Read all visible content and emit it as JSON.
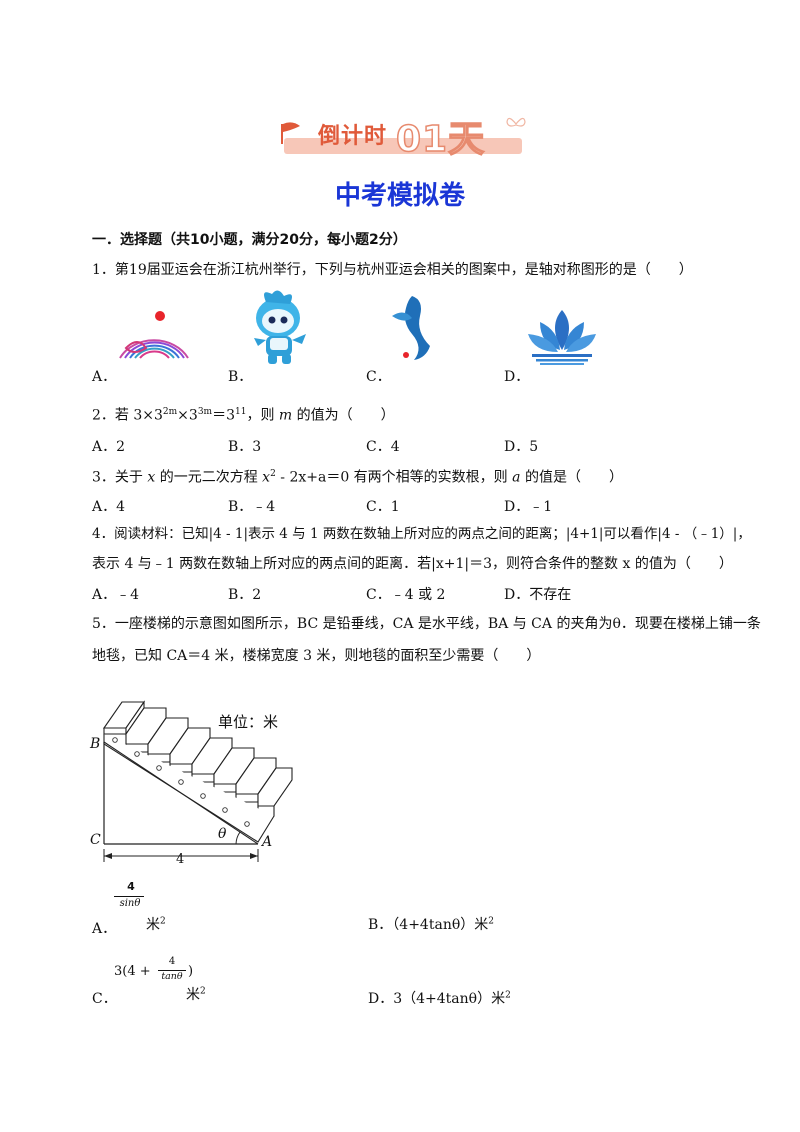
{
  "banner": {
    "text_a": "倒计时",
    "text_b": "01天"
  },
  "title": "中考模拟卷",
  "section": "一．选择题（共10小题，满分20分，每小题2分）",
  "q1": {
    "text": "1．第19届亚运会在浙江杭州举行，下列与杭州亚运会相关的图案中，是轴对称图形的是（　　）",
    "options": [
      "A．",
      "B．",
      "C．",
      "D．"
    ]
  },
  "q2": {
    "pre": "2．若 3×3",
    "sup1": "2m",
    "mid1": "×3",
    "sup2": "3m",
    "mid2": "＝3",
    "sup3": "11",
    "mid3": "，则 ",
    "var": "m",
    "post": " 的值为（　　）",
    "options": [
      "A．2",
      "B．3",
      "C．4",
      "D．5"
    ]
  },
  "q3": {
    "pre": "3．关于 ",
    "var_x": "x",
    "mid1": " 的一元二次方程 ",
    "x2": "x",
    "sup": "2",
    "mid2": " - 2x+a＝0 有两个相等的实数根，则 ",
    "var_a": "a",
    "post": " 的值是（　　）",
    "options": [
      "A．4",
      "B．﹣4",
      "C．1",
      "D．﹣1"
    ]
  },
  "q4": {
    "line1": "4．阅读材料：已知|4 - 1|表示 4 与 1 两数在数轴上所对应的两点之间的距离；|4+1|可以看作|4 - （﹣1）|，",
    "line2": "表示 4 与﹣1 两数在数轴上所对应的两点间的距离．若|x+1|＝3，则符合条件的整数 x 的值为（　　）",
    "options": [
      "A．﹣4",
      "B．2",
      "C．﹣4 或 2",
      "D．不存在"
    ]
  },
  "q5": {
    "line1": "5．一座楼梯的示意图如图所示，BC 是铅垂线，CA 是水平线，BA 与 CA 的夹角为θ．现要在楼梯上铺一条",
    "line2": "地毯，已知 CA＝4 米，楼梯宽度 3 米，则地毯的面积至少需要（　　）",
    "figure": {
      "unit": "单位：米",
      "B": "B",
      "C": "C",
      "A": "A",
      "theta": "θ",
      "len": "4"
    },
    "optA": {
      "label": "A．",
      "num": "4",
      "den": "sinθ",
      "unit": "米",
      "sup": "2"
    },
    "optB": {
      "label": "B．",
      "text": "（4+4tanθ）米",
      "sup": "2"
    },
    "optC": {
      "label": "C．",
      "expr_pre": "3(4 + ",
      "num": "4",
      "den": "tanθ",
      "expr_post": ")",
      "unit": "米",
      "sup": "2"
    },
    "optD": {
      "label": "D．",
      "text": "3（4+4tanθ）米",
      "sup": "2"
    }
  }
}
